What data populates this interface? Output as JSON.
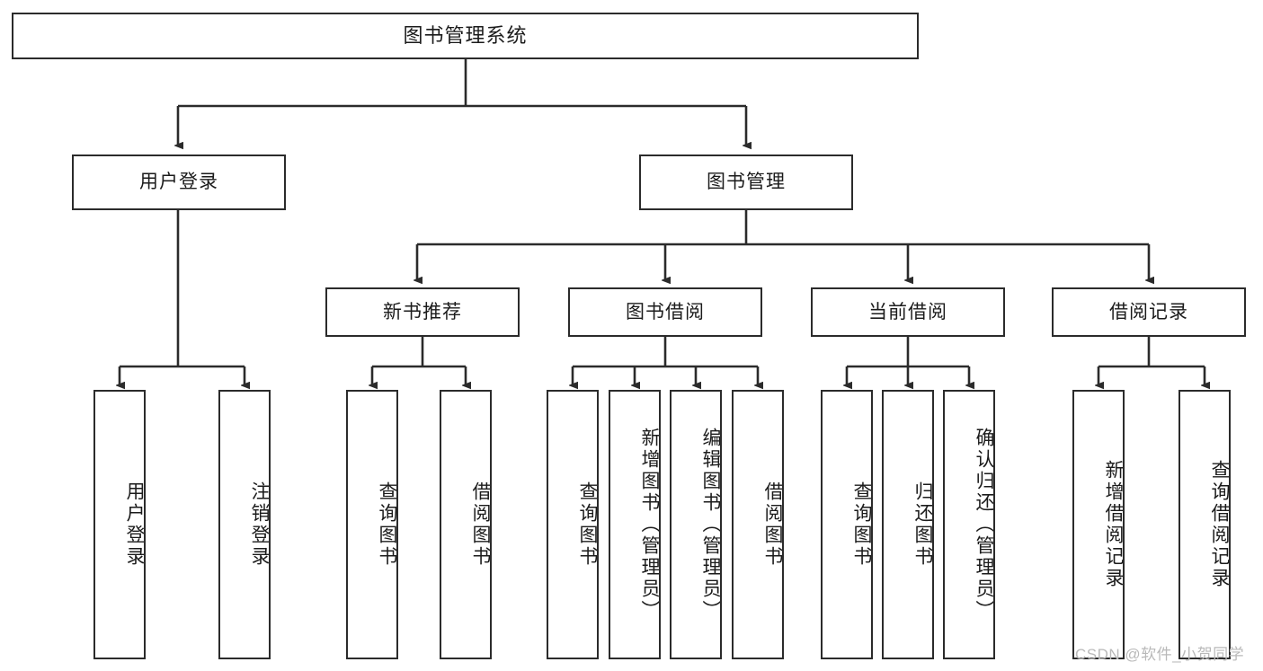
{
  "diagram": {
    "title": "图书管理系统",
    "type": "tree-hierarchy",
    "levels": [
      {
        "level": 1,
        "nodes": [
          {
            "id": "root",
            "label": "图书管理系统",
            "orientation": "horizontal"
          }
        ]
      },
      {
        "level": 2,
        "nodes": [
          {
            "id": "login",
            "label": "用户登录",
            "orientation": "horizontal",
            "parent": "root"
          },
          {
            "id": "bookmgmt",
            "label": "图书管理",
            "orientation": "horizontal",
            "parent": "root"
          }
        ]
      },
      {
        "level": 3,
        "nodes": [
          {
            "id": "newbook",
            "label": "新书推荐",
            "orientation": "horizontal",
            "parent": "bookmgmt"
          },
          {
            "id": "borrow",
            "label": "图书借阅",
            "orientation": "horizontal",
            "parent": "bookmgmt"
          },
          {
            "id": "current",
            "label": "当前借阅",
            "orientation": "horizontal",
            "parent": "bookmgmt"
          },
          {
            "id": "records",
            "label": "借阅记录",
            "orientation": "horizontal",
            "parent": "bookmgmt"
          }
        ]
      },
      {
        "level": 4,
        "nodes": [
          {
            "id": "leaf1",
            "label": "用户登录",
            "orientation": "vertical",
            "parent": "login"
          },
          {
            "id": "leaf2",
            "label": "注销登录",
            "orientation": "vertical",
            "parent": "login"
          },
          {
            "id": "leaf3",
            "label": "查询图书",
            "orientation": "vertical",
            "parent": "newbook"
          },
          {
            "id": "leaf4",
            "label": "借阅图书",
            "orientation": "vertical",
            "parent": "newbook"
          },
          {
            "id": "leaf5",
            "label": "查询图书",
            "orientation": "vertical",
            "parent": "borrow"
          },
          {
            "id": "leaf6",
            "label": "新增图书（管理员）",
            "orientation": "vertical",
            "parent": "borrow"
          },
          {
            "id": "leaf7",
            "label": "编辑图书（管理员）",
            "orientation": "vertical",
            "parent": "borrow"
          },
          {
            "id": "leaf8",
            "label": "借阅图书",
            "orientation": "vertical",
            "parent": "borrow"
          },
          {
            "id": "leaf9",
            "label": "查询图书",
            "orientation": "vertical",
            "parent": "current"
          },
          {
            "id": "leaf10",
            "label": "归还图书",
            "orientation": "vertical",
            "parent": "current"
          },
          {
            "id": "leaf11",
            "label": "确认归还（管理员）",
            "orientation": "vertical",
            "parent": "current"
          },
          {
            "id": "leaf12",
            "label": "新增借阅记录",
            "orientation": "vertical",
            "parent": "records"
          },
          {
            "id": "leaf13",
            "label": "查询借阅记录",
            "orientation": "vertical",
            "parent": "records"
          }
        ]
      }
    ]
  },
  "watermark": {
    "text": "CSDN @软件_小贺同学"
  },
  "colors": {
    "stroke": "#2b2b2b",
    "fill": "#ffffff",
    "text": "#1b1b1b",
    "watermark": "#b9b9b9"
  }
}
